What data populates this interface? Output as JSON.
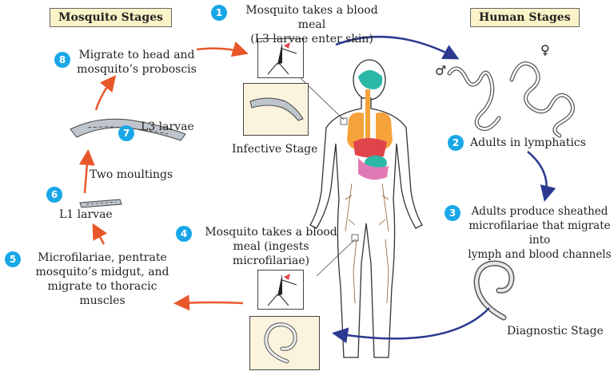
{
  "headers": {
    "mosquito": "Mosquito Stages",
    "human": "Human Stages"
  },
  "steps": [
    {
      "num": "1",
      "text": "Mosquito takes a blood meal",
      "text2": "(L3 larvae enter skin)"
    },
    {
      "num": "2",
      "text": "Adults in lymphatics"
    },
    {
      "num": "3",
      "text": "Adults produce sheathed",
      "text2": "microfilariae that migrate into",
      "text3": "lymph and blood channels"
    },
    {
      "num": "4",
      "text": "Mosquito takes a blood",
      "text2": "meal (ingests microfilariae)"
    },
    {
      "num": "5",
      "text": "Microfilariae, pentrate",
      "text2": "mosquito’s midgut, and",
      "text3": "migrate to thoracic muscles"
    },
    {
      "num": "6",
      "text": "L1 larvae"
    },
    {
      "num": "7",
      "text": "L3 larvae"
    },
    {
      "num": "8",
      "text": "Migrate to head and",
      "text2": "mosquito’s proboscis"
    }
  ],
  "labels": {
    "infective": "Infective Stage",
    "diagnostic": "Diagnostic Stage",
    "moultings": "Two moultings",
    "male_symbol": "♂",
    "female_symbol": "♀"
  },
  "colors": {
    "orange_arrow": "#e8572a",
    "blue_arrow": "#2b3990",
    "badge": "#1aa7e8",
    "header_bg": "#fbf3c8"
  }
}
